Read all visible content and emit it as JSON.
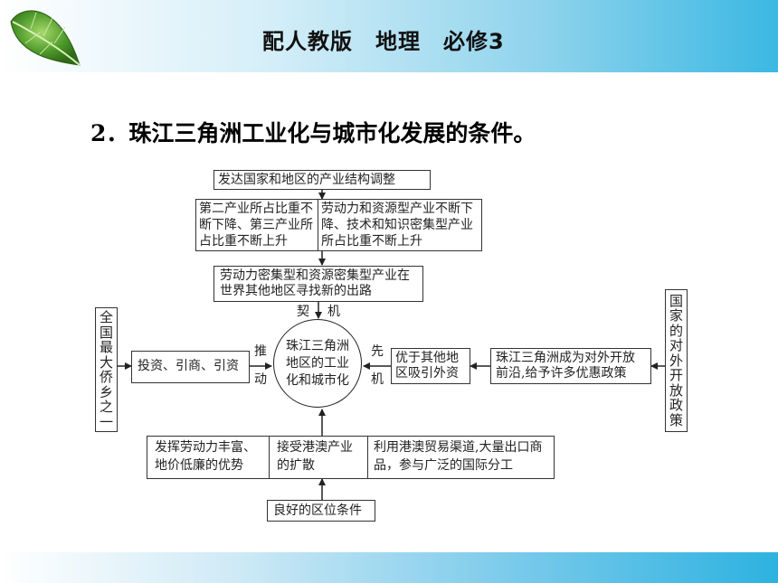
{
  "header": {
    "title": "配人教版　地理　必修3"
  },
  "heading": {
    "number": "2",
    "text": "．珠江三角洲工业化与城市化发展的条件。"
  },
  "diagram": {
    "top_box": "发达国家和地区的产业结构调整",
    "split_left": "第二产业所占比重不断下降、第三产业所占比重不断上升",
    "split_right": "劳动力和资源型产业不断下降、技术和知识密集型产业所占比重不断上升",
    "middle_box": "劳动力密集型和资源密集型产业在世界其他地区寻找新的出路",
    "label_qi": "契",
    "label_ji_top": "机",
    "center": "珠江三角洲地区的工业化和城市化",
    "left_vertical": [
      "全",
      "国",
      "最",
      "大",
      "侨",
      "乡",
      "之",
      "一"
    ],
    "invest_box": "投资、引商、引资",
    "label_tui": "推",
    "label_dong": "动",
    "label_xian": "先",
    "label_ji_right": "机",
    "advantage_box": "优于其他地区吸引外资",
    "policy_box": "珠江三角洲成为对外开放前沿,给予许多优惠政策",
    "right_vertical": [
      "国",
      "家",
      "的",
      "对",
      "外",
      "开",
      "放",
      "政",
      "策"
    ],
    "bottom_left": "发挥劳动力丰富、地价低廉的优势",
    "bottom_mid": "接受港澳产业的扩散",
    "bottom_right": "利用港澳贸易渠道,大量出口商品，参与广泛的国际分工",
    "location_box": "良好的区位条件"
  }
}
